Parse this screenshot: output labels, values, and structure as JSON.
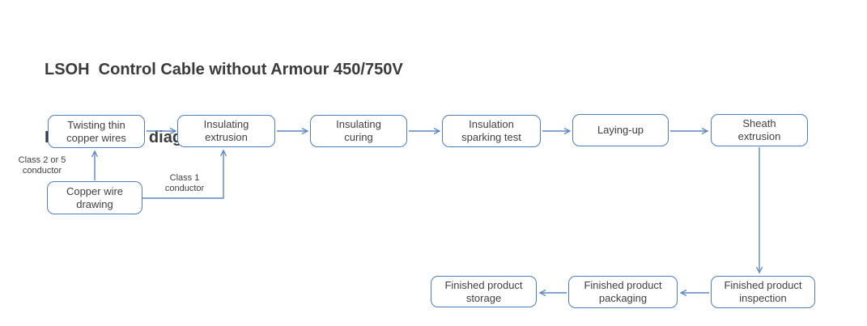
{
  "title": {
    "line1": "LSOH  Control Cable without Armour 450/750V",
    "line2": "Process flow diagram"
  },
  "colors": {
    "node_border": "#4e7dc1",
    "arrow": "#5b87c5",
    "title_text": "#3b3b3b",
    "node_text": "#3f3f3f"
  },
  "diagram": {
    "nodes": [
      {
        "id": "twisting-thin-copper-wires",
        "label": "Twisting thin copper wires"
      },
      {
        "id": "insulating-extrusion",
        "label": "Insulating extrusion"
      },
      {
        "id": "insulating-curing",
        "label": "Insulating curing"
      },
      {
        "id": "insulation-sparking-test",
        "label": "Insulation sparking test"
      },
      {
        "id": "laying-up",
        "label": "Laying-up"
      },
      {
        "id": "sheath-extrusion",
        "label": "Sheath extrusion"
      },
      {
        "id": "copper-wire-drawing",
        "label": "Copper wire drawing"
      },
      {
        "id": "finished-product-inspection",
        "label": "Finished product inspection"
      },
      {
        "id": "finished-product-packaging",
        "label": "Finished product packaging"
      },
      {
        "id": "finished-product-storage",
        "label": "Finished product storage"
      }
    ],
    "annotations": [
      {
        "id": "class-2-or-5-conductor",
        "label": "Class 2 or 5 conductor"
      },
      {
        "id": "class-1-conductor",
        "label": "Class 1 conductor"
      }
    ],
    "edges": [
      {
        "from": "twisting-thin-copper-wires",
        "to": "insulating-extrusion"
      },
      {
        "from": "insulating-extrusion",
        "to": "insulating-curing"
      },
      {
        "from": "insulating-curing",
        "to": "insulation-sparking-test"
      },
      {
        "from": "insulation-sparking-test",
        "to": "laying-up"
      },
      {
        "from": "laying-up",
        "to": "sheath-extrusion"
      },
      {
        "from": "sheath-extrusion",
        "to": "finished-product-inspection"
      },
      {
        "from": "finished-product-inspection",
        "to": "finished-product-packaging"
      },
      {
        "from": "finished-product-packaging",
        "to": "finished-product-storage"
      },
      {
        "from": "copper-wire-drawing",
        "to": "twisting-thin-copper-wires",
        "label": "Class 2 or 5 conductor"
      },
      {
        "from": "copper-wire-drawing",
        "to": "insulating-extrusion",
        "label": "Class 1 conductor"
      }
    ]
  }
}
